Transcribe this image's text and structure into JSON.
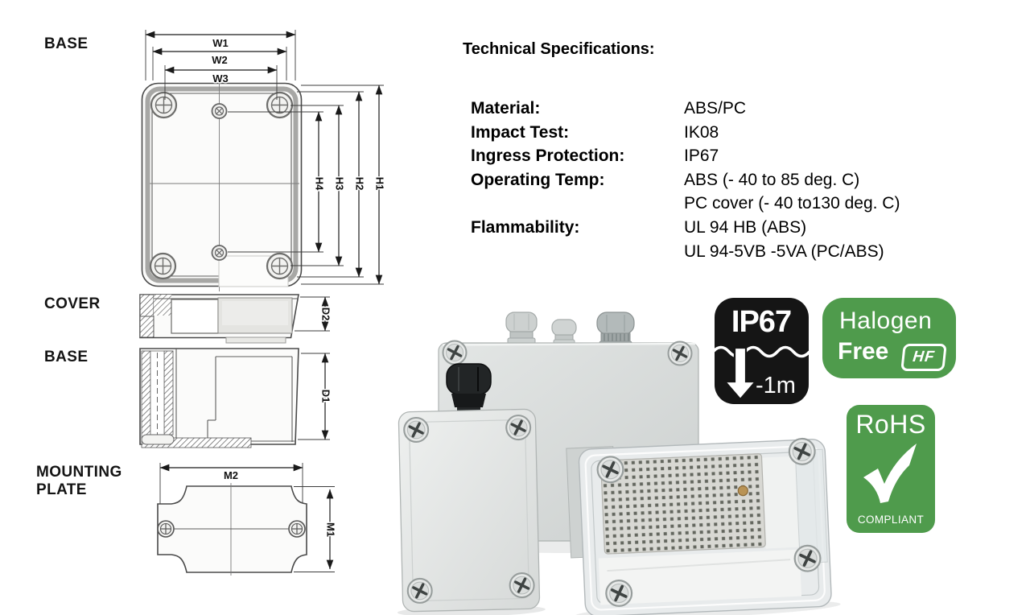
{
  "colors": {
    "badge_green": "#4f9b4c",
    "badge_black": "#151515",
    "drawing_line": "#1a1a1a",
    "enclosure_gray": "#d9dcdb"
  },
  "drawing": {
    "labels": {
      "base_top": "BASE",
      "cover_side": "COVER",
      "base_side": "BASE",
      "mounting_line1": "MOUNTING",
      "mounting_line2": "PLATE"
    },
    "dims": {
      "w1": "W1",
      "w2": "W2",
      "w3": "W3",
      "h1": "H1",
      "h2": "H2",
      "h3": "H3",
      "h4": "H4",
      "d1": "D1",
      "d2": "D2",
      "m1": "M1",
      "m2": "M2"
    }
  },
  "specs": {
    "title": "Technical Specifications:",
    "rows": [
      {
        "label": "Material:",
        "value": "ABS/PC"
      },
      {
        "label": "Impact Test:",
        "value": "IK08"
      },
      {
        "label": "Ingress Protection:",
        "value": "IP67"
      },
      {
        "label": "Operating Temp:",
        "value": "ABS (- 40 to 85 deg. C)"
      },
      {
        "label": "",
        "value": "PC cover (- 40 to130 deg. C)"
      },
      {
        "label": "Flammability:",
        "value": "UL 94 HB (ABS)"
      },
      {
        "label": "",
        "value": "UL 94-5VB -5VA (PC/ABS)"
      }
    ]
  },
  "badges": {
    "ip67": {
      "code": "IP67",
      "depth": "-1m"
    },
    "halogen_free": {
      "line1": "Halogen",
      "line2": "Free",
      "logo": "HF"
    },
    "rohs": {
      "title": "RoHS",
      "caption": "COMPLIANT"
    }
  }
}
